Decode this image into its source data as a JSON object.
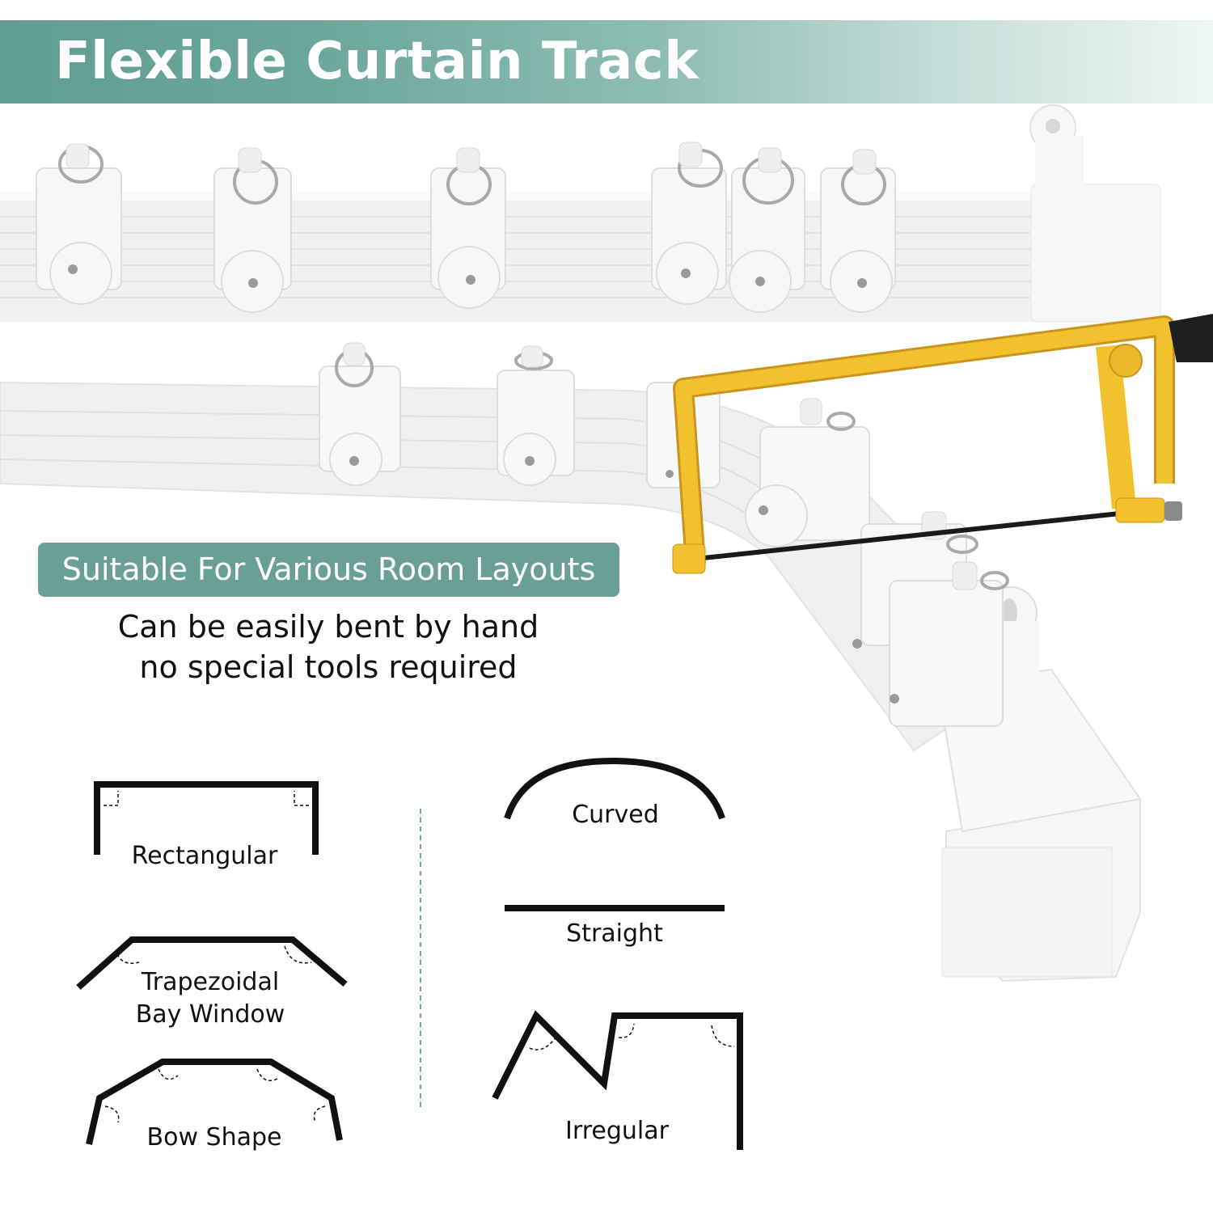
{
  "header": {
    "title": "Flexible Curtain Track"
  },
  "badge": {
    "text": "Suitable For Various Room Layouts"
  },
  "description": {
    "line1": "Can be easily bent by hand",
    "line2": "no special tools required"
  },
  "colors": {
    "header_teal": "#5f9e93",
    "badge_teal": "#6a9f97",
    "saw_yellow": "#f2c12e",
    "track_white": "#f4f4f4",
    "outline_black": "#111111"
  },
  "layouts": {
    "rectangular": "Rectangular",
    "trapezoidal_line1": "Trapezoidal",
    "trapezoidal_line2": "Bay Window",
    "bow": "Bow Shape",
    "curved": "Curved",
    "straight": "Straight",
    "irregular": "Irregular"
  },
  "icons": [
    "curtain-track-photo",
    "hacksaw-icon",
    "ring-glider-icon",
    "end-cap-icon"
  ]
}
